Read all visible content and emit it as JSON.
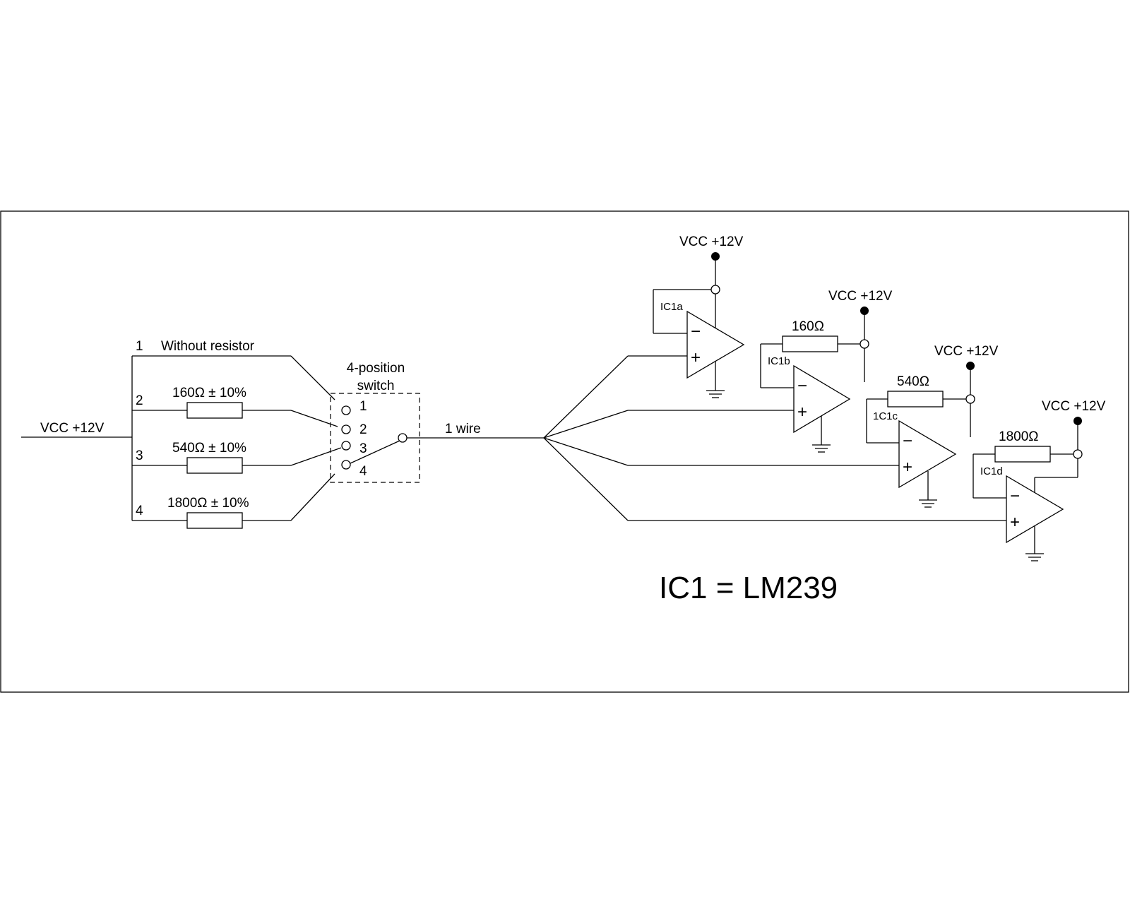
{
  "input": {
    "supply_label": "VCC +12V"
  },
  "branches": [
    {
      "number": "1",
      "label": "Without resistor"
    },
    {
      "number": "2",
      "label": "160Ω ± 10%"
    },
    {
      "number": "3",
      "label": "540Ω ± 10%"
    },
    {
      "number": "4",
      "label": "1800Ω ± 10%"
    }
  ],
  "switch": {
    "title_line1": "4-position",
    "title_line2": "switch",
    "positions": [
      "1",
      "2",
      "3",
      "4"
    ],
    "selected_position": "4"
  },
  "wire_label": "1 wire",
  "comparators": [
    {
      "id": "IC1a",
      "supply": "VCC +12V",
      "feedback_resistor": ""
    },
    {
      "id": "IC1b",
      "supply": "VCC +12V",
      "feedback_resistor": "160Ω"
    },
    {
      "id": "1C1c",
      "supply": "VCC +12V",
      "feedback_resistor": "540Ω"
    },
    {
      "id": "IC1d",
      "supply": "VCC +12V",
      "feedback_resistor": "1800Ω"
    }
  ],
  "opamp_signs": {
    "minus": "−",
    "plus": "+"
  },
  "note": "IC1 = LM239"
}
